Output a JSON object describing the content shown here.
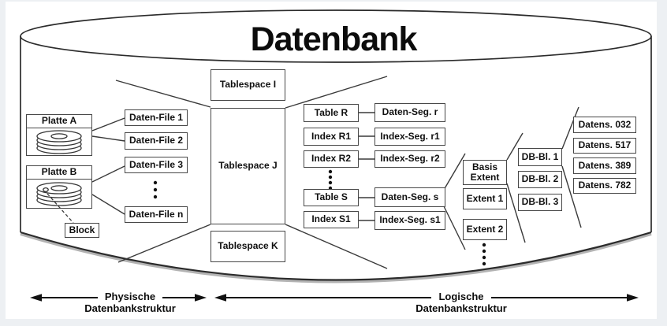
{
  "title": "Datenbank",
  "physical": {
    "disk_a": "Platte A",
    "disk_b": "Platte B",
    "block": "Block",
    "files": [
      "Daten-File 1",
      "Daten-File 2",
      "Daten-File 3",
      "Daten-File n"
    ]
  },
  "tablespaces": [
    "Tablespace I",
    "Tablespace J",
    "Tablespace K"
  ],
  "tables": [
    "Table R",
    "Index R1",
    "Index R2",
    "Table S",
    "Index S1"
  ],
  "segments": [
    "Daten-Seg. r",
    "Index-Seg. r1",
    "Index-Seg. r2",
    "Daten-Seg. s",
    "Index-Seg. s1"
  ],
  "extents": [
    "Basis Extent",
    "Extent 1",
    "Extent 2"
  ],
  "db_blocks": [
    "DB-Bl. 1",
    "DB-Bl. 2",
    "DB-Bl. 3"
  ],
  "records": [
    "Datens. 032",
    "Datens. 517",
    "Datens. 389",
    "Datens. 782"
  ],
  "legend": {
    "physical": [
      "Physische",
      "Datenbankstruktur"
    ],
    "logical": [
      "Logische",
      "Datenbankstruktur"
    ]
  },
  "colors": {
    "line": "#2b2b2b",
    "box_border": "#474747",
    "background": "#ffffff",
    "frame": "#edf0f3",
    "text": "#101010"
  }
}
